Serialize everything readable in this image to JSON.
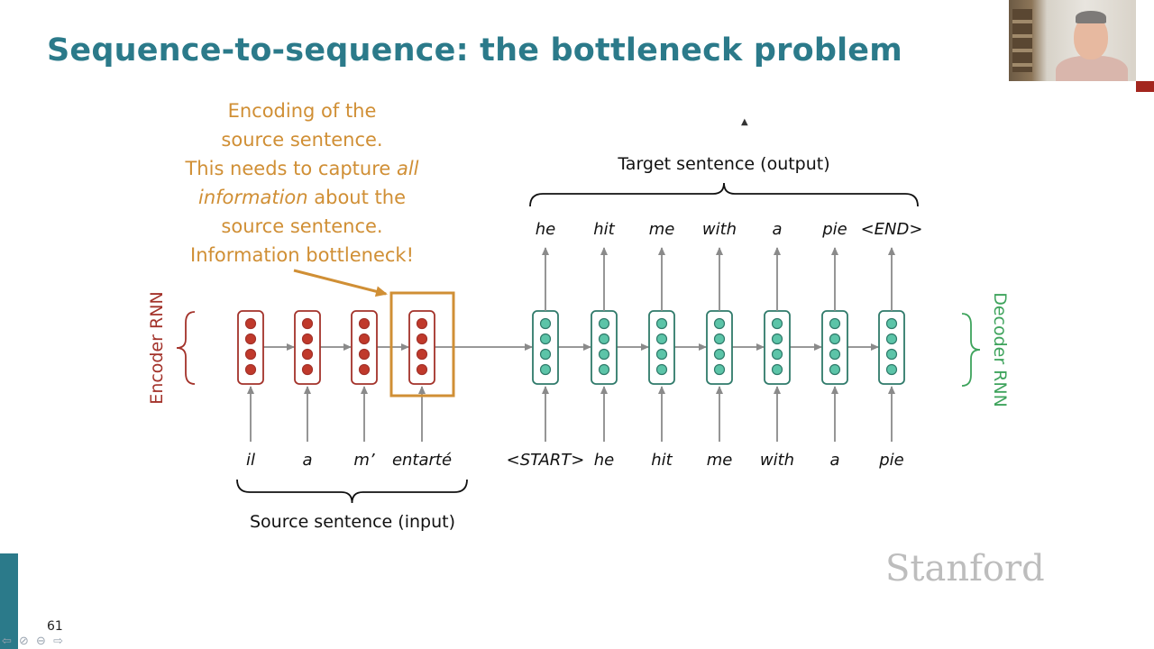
{
  "slide": {
    "title": "Sequence-to-sequence: the bottleneck problem",
    "page_number": "61",
    "logo_text": "Stanford"
  },
  "annotation": {
    "lines": [
      "Encoding of the",
      "source sentence.",
      "This needs to capture all",
      "information about the",
      "source sentence.",
      "Information bottleneck!"
    ],
    "color": "#d08f35"
  },
  "encoder": {
    "label": "Encoder RNN",
    "color": "#a3322a",
    "inputs": [
      "il",
      "a",
      "m’",
      "entarté"
    ],
    "source_label": "Source sentence (input)"
  },
  "decoder": {
    "label": "Decoder RNN",
    "color": "#3ea35c",
    "inputs": [
      "<START>",
      "he",
      "hit",
      "me",
      "with",
      "a",
      "pie"
    ],
    "outputs": [
      "he",
      "hit",
      "me",
      "with",
      "a",
      "pie",
      "<END>"
    ],
    "target_label": "Target sentence (output)"
  },
  "colors": {
    "title": "#2b7a8a",
    "encoder_cell_fill": "#c0392b",
    "decoder_cell_fill": "#5cc4a8",
    "highlight_box": "#d08f35",
    "arrow": "#8a8a8a"
  },
  "icons": [
    "webcam-presenter",
    "slide-nav-icons",
    "mouse-cursor-icon"
  ]
}
